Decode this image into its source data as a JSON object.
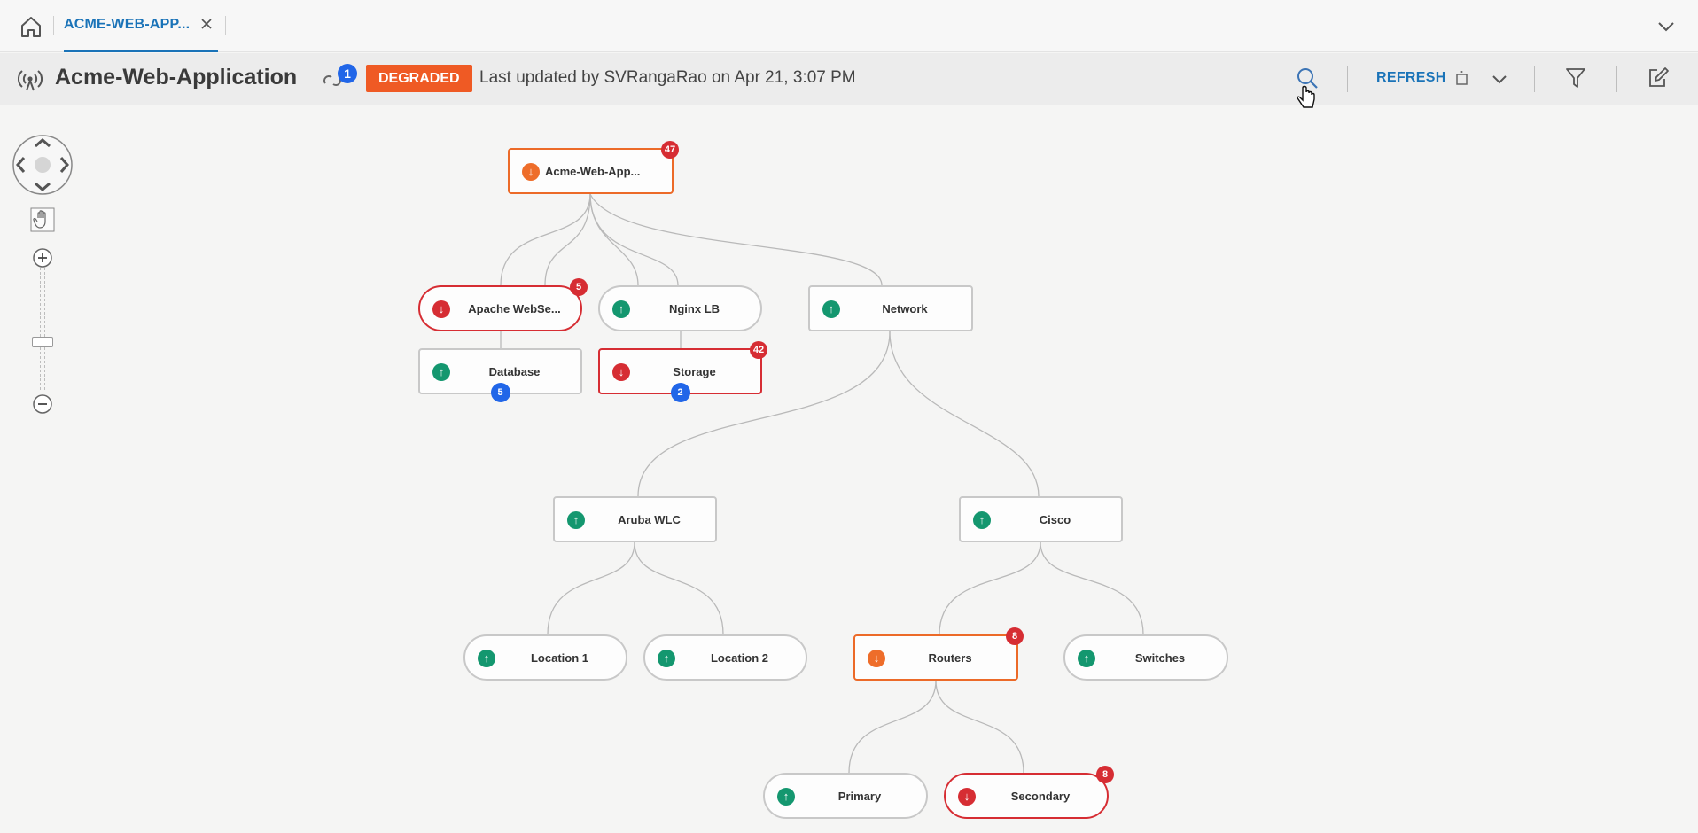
{
  "tab": {
    "label": "ACME-WEB-APP..."
  },
  "header": {
    "title": "Acme-Web-Application",
    "alert_count": "1",
    "status": "DEGRADED",
    "last_updated": "Last updated by SVRangaRao on Apr 21, 3:07 PM",
    "refresh_label": "REFRESH"
  },
  "colors": {
    "accent": "#1a73b8",
    "status_degraded": "#ef5a24",
    "up": "#14976f",
    "down": "#d62d33",
    "warning": "#ee6d2a",
    "info": "#2166e8"
  },
  "nodes": {
    "root": {
      "label": "Acme-Web-App...",
      "status": "warning",
      "count": "47"
    },
    "apache": {
      "label": "Apache WebSe...",
      "status": "down",
      "count": "5"
    },
    "nginx": {
      "label": "Nginx LB",
      "status": "up"
    },
    "network": {
      "label": "Network",
      "status": "up"
    },
    "database": {
      "label": "Database",
      "status": "up",
      "sub_count": "5"
    },
    "storage": {
      "label": "Storage",
      "status": "down",
      "count": "42",
      "sub_count": "2"
    },
    "aruba": {
      "label": "Aruba WLC",
      "status": "up"
    },
    "cisco": {
      "label": "Cisco",
      "status": "up"
    },
    "location1": {
      "label": "Location 1",
      "status": "up"
    },
    "location2": {
      "label": "Location 2",
      "status": "up"
    },
    "routers": {
      "label": "Routers",
      "status": "warning",
      "count": "8"
    },
    "switches": {
      "label": "Switches",
      "status": "up"
    },
    "primary": {
      "label": "Primary",
      "status": "up"
    },
    "secondary": {
      "label": "Secondary",
      "status": "down",
      "count": "8"
    }
  },
  "icons": {
    "home": "home-icon",
    "close": "close-icon",
    "chevron": "chevron-down-icon",
    "app": "broadcast-icon",
    "search": "search-icon",
    "filter": "filter-icon",
    "edit": "edit-icon",
    "pan": "pan-control-icon",
    "hand": "hand-icon"
  }
}
